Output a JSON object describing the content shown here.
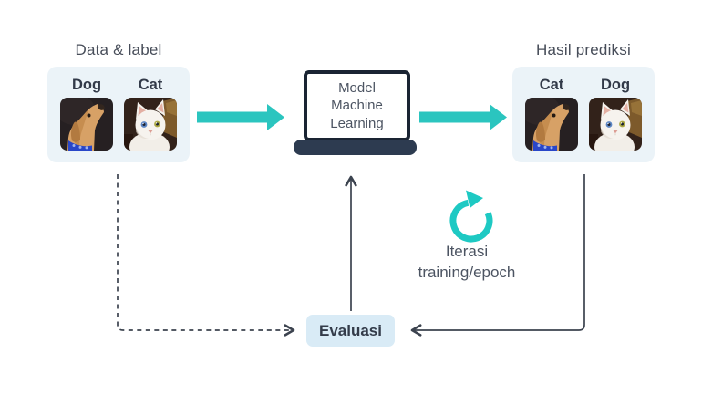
{
  "panels": {
    "left": {
      "title": "Data & label",
      "items": [
        {
          "label": "Dog",
          "image": "dog-photo"
        },
        {
          "label": "Cat",
          "image": "cat-photo"
        }
      ]
    },
    "right": {
      "title": "Hasil prediksi",
      "items": [
        {
          "label": "Cat",
          "image": "dog-photo"
        },
        {
          "label": "Dog",
          "image": "cat-photo"
        }
      ]
    }
  },
  "model": {
    "line1": "Model",
    "line2": "Machine",
    "line3": "Learning"
  },
  "iteration": {
    "icon": "refresh-icon",
    "line1": "Iterasi",
    "line2": "training/epoch"
  },
  "evaluation": {
    "label": "Evaluasi"
  },
  "icons": {
    "flow": "right-block-arrow",
    "refresh": "refresh-icon",
    "laptop": "laptop-icon"
  },
  "colors": {
    "flow_arrow_teal": "#2BC5BF",
    "refresh_teal": "#1EC9C3",
    "panel_bg": "#EBF3F8",
    "evaluation_bg": "#D9EBF6",
    "laptop_frame": "#1A2433",
    "laptop_base": "#2D3B50",
    "heading_text": "#474D59",
    "label_text": "#323A49",
    "body_text": "#4C5462",
    "connector": "#3C434F"
  }
}
